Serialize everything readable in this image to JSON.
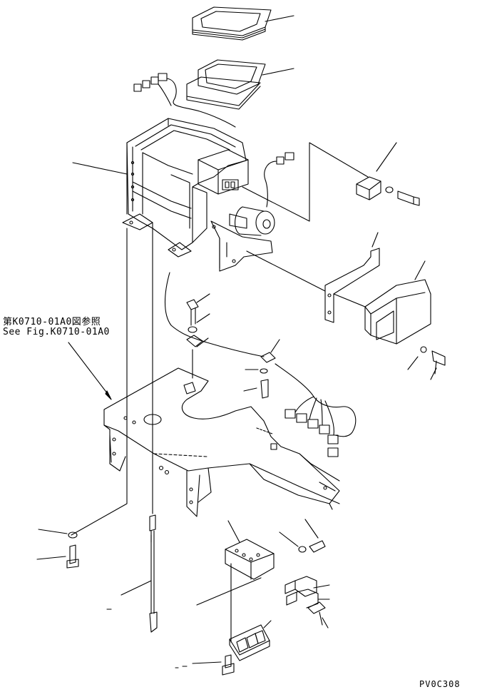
{
  "reference": {
    "japanese": "第K0710-01A0図参照",
    "english": "See Fig.K0710-01A0"
  },
  "drawing_code": "PV0C308",
  "colors": {
    "line": "#000000",
    "background": "#ffffff"
  }
}
